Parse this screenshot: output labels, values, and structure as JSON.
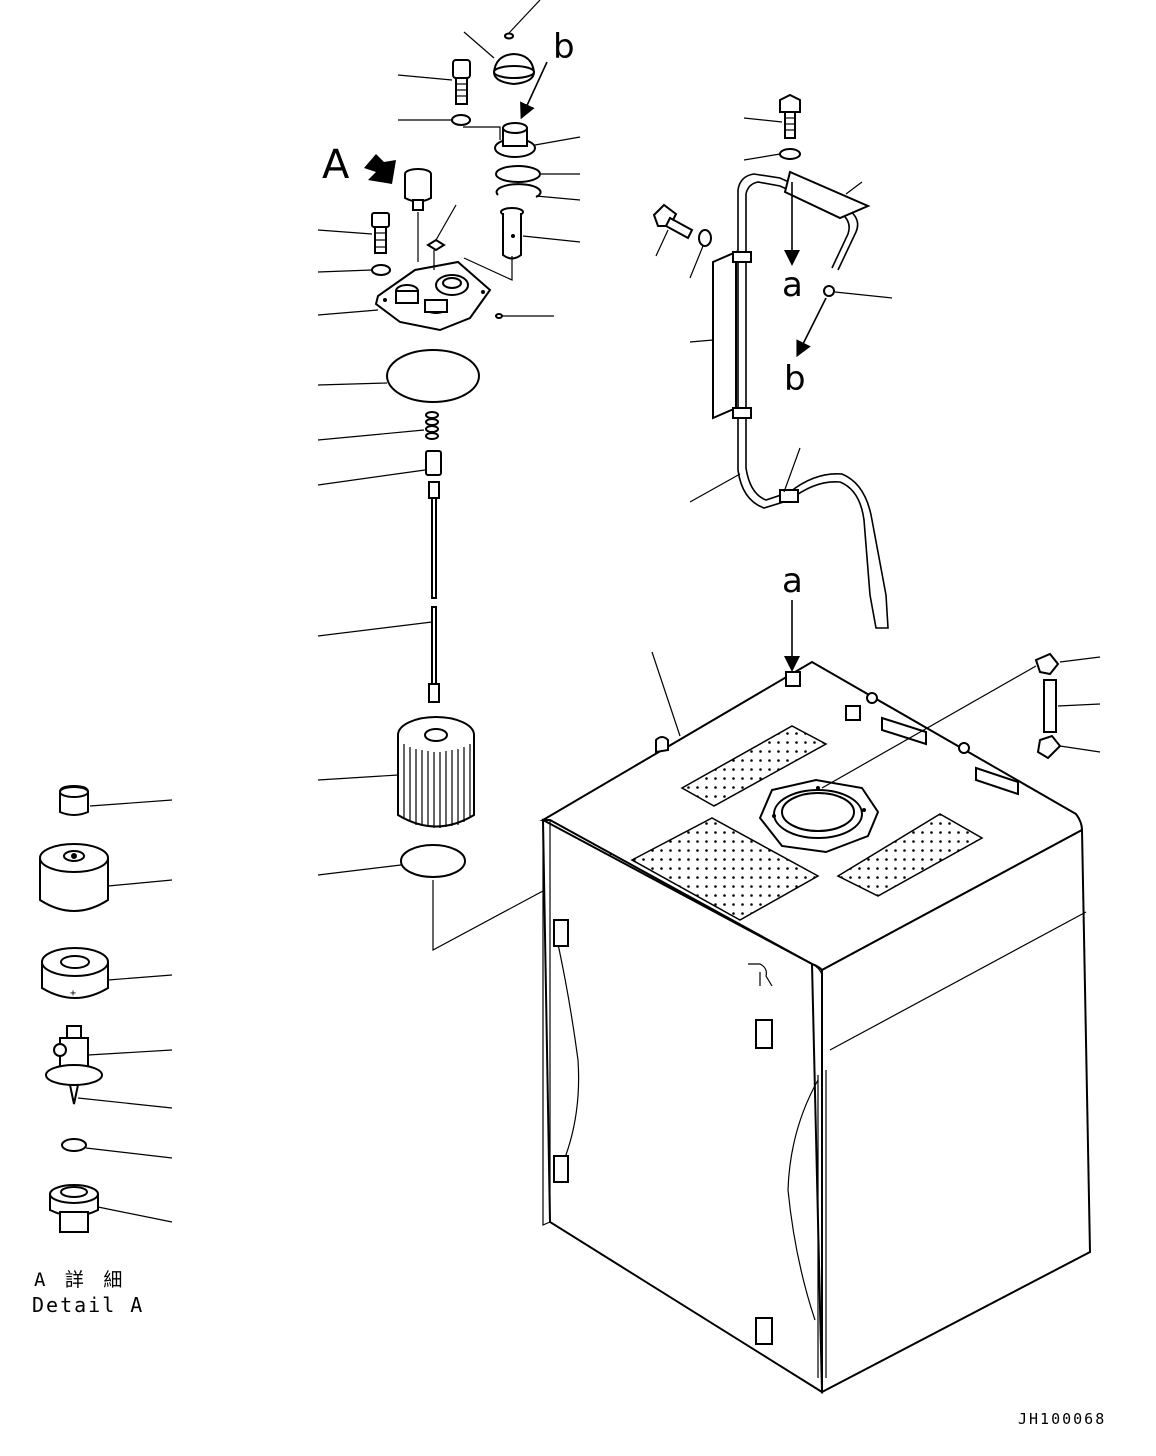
{
  "view_label_A": "A",
  "pointer_labels": {
    "a_top": "a",
    "a_tank": "a",
    "b_top": "b",
    "b_pipe": "b"
  },
  "detail_caption": {
    "jp": "A 詳 細",
    "en": "Detail A"
  },
  "drawing_id": "JH100068"
}
